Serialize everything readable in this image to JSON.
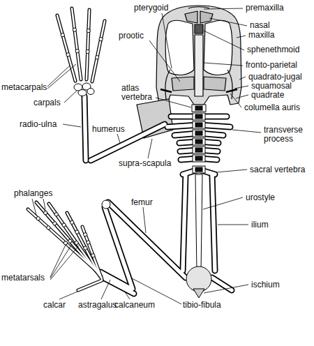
{
  "diagram": {
    "labels": [
      "pterygoid",
      "premaxilla",
      "nasal",
      "maxilla",
      "sphenethmoid",
      "prootic",
      "fronto-parietal",
      "quadrato-jugal",
      "squamosal",
      "quadrate",
      "metacarpals",
      "atlas vertebra",
      "carpals",
      "columella auris",
      "radio-ulna",
      "transverse process",
      "humerus",
      "supra-scapula",
      "sacral vertebra",
      "urostyle",
      "phalanges",
      "femur",
      "ilium",
      "metatarsals",
      "ischium",
      "calcar",
      "astragalus",
      "calcaneum",
      "tibio-fibula"
    ]
  }
}
